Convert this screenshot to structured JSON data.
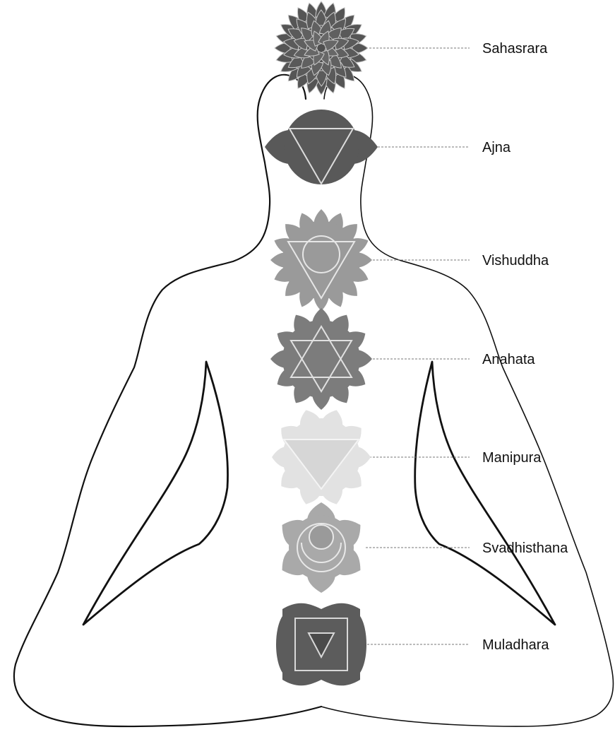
{
  "chakras": [
    {
      "id": "sahasrara",
      "label": "Sahasrara",
      "color": "#555555",
      "symbol": "thousand-petal-lotus"
    },
    {
      "id": "ajna",
      "label": "Ajna",
      "color": "#595959",
      "symbol": "two-petal-downward-triangle"
    },
    {
      "id": "vishuddha",
      "label": "Vishuddha",
      "color": "#9a9a9a",
      "symbol": "sixteen-petal-triangle-circle"
    },
    {
      "id": "anahata",
      "label": "Anahata",
      "color": "#7c7c7c",
      "symbol": "twelve-petal-hexagram"
    },
    {
      "id": "manipura",
      "label": "Manipura",
      "color": "#e2e2e2",
      "symbol": "ten-petal-downward-triangle"
    },
    {
      "id": "svadhisthana",
      "label": "Svadhisthana",
      "color": "#a9a9a9",
      "symbol": "six-petal-crescent"
    },
    {
      "id": "muladhara",
      "label": "Muladhara",
      "color": "#5c5c5c",
      "symbol": "four-petal-square-triangle"
    }
  ]
}
